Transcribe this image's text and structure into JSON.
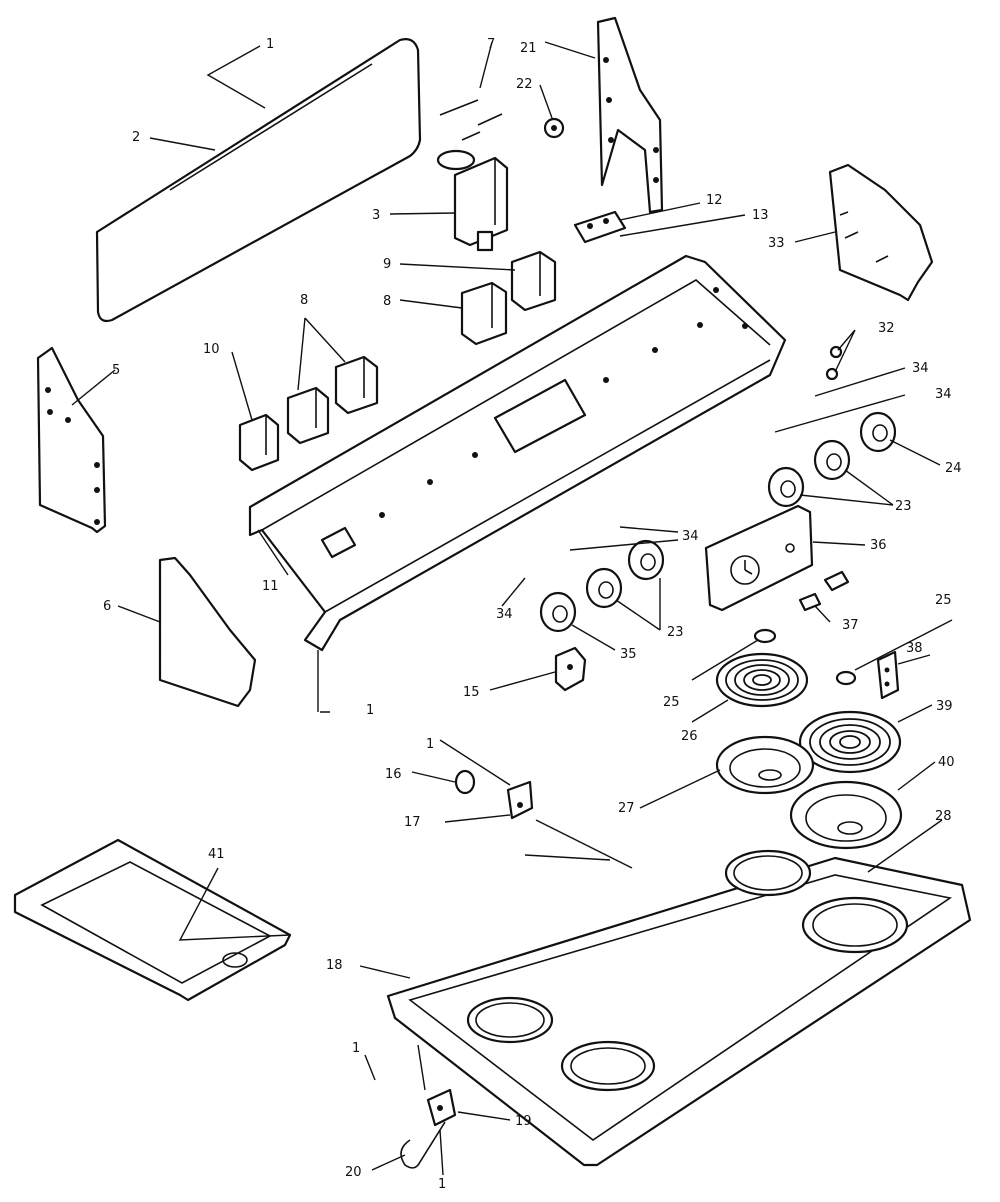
{
  "callouts": {
    "c1_top": "1",
    "c2": "2",
    "c3": "3",
    "c5": "5",
    "c6": "6",
    "c7": "7",
    "c8a": "8",
    "c8b": "8",
    "c9": "9",
    "c10": "10",
    "c11": "11",
    "c12": "12",
    "c13": "13",
    "c15": "15",
    "c16": "16",
    "c17": "17",
    "c18": "18",
    "c19": "19",
    "c20": "20",
    "c21": "21",
    "c22": "22",
    "c23a": "23",
    "c23b": "23",
    "c24": "24",
    "c25a": "25",
    "c25b": "25",
    "c26": "26",
    "c27": "27",
    "c28": "28",
    "c32": "32",
    "c33": "33",
    "c34a": "34",
    "c34b": "34",
    "c34c": "34",
    "c34d": "34",
    "c35": "35",
    "c36": "36",
    "c37": "37",
    "c38": "38",
    "c39": "39",
    "c40": "40",
    "c41": "41",
    "c1_mid": "1",
    "c1_17": "1",
    "c1_19": "1",
    "c1_bottom": "1"
  }
}
